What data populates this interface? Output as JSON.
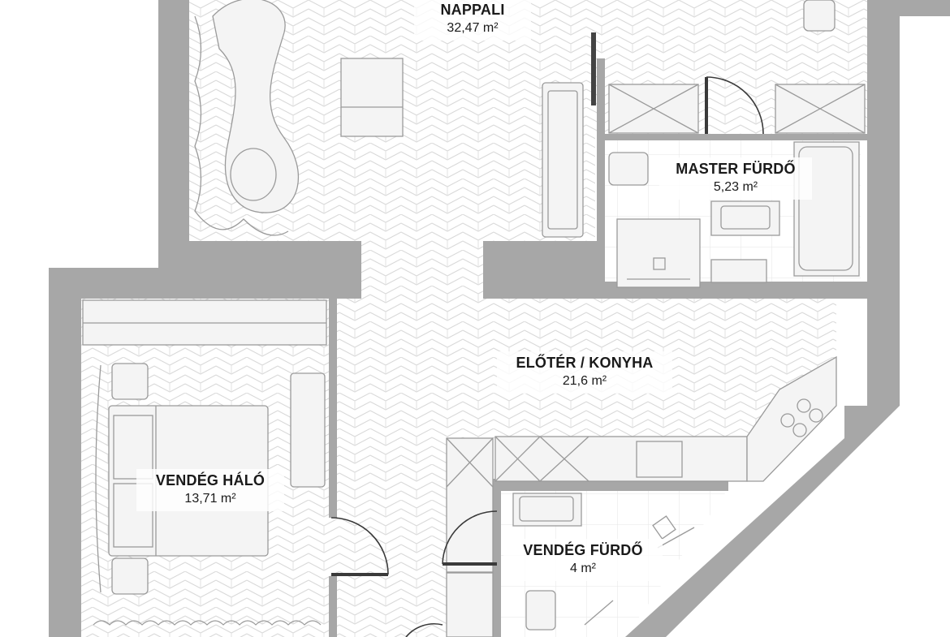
{
  "floorplan": {
    "colors": {
      "wall": "#a7a7a7",
      "floor_pattern": "#d7d7d7",
      "furniture_fill": "#f4f4f4",
      "furniture_stroke": "#9a9a9a",
      "door": "#3a3a3a",
      "background": "#ffffff"
    },
    "rooms": [
      {
        "id": "nappali",
        "name": "NAPPALI",
        "area": "32,47 m²"
      },
      {
        "id": "master-furdo",
        "name": "MASTER FÜRDŐ",
        "area": "5,23 m²"
      },
      {
        "id": "eloter-konyha",
        "name": "ELŐTÉR / KONYHA",
        "area": "21,6 m²"
      },
      {
        "id": "vendeg-halo",
        "name": "VENDÉG HÁLÓ",
        "area": "13,71 m²"
      },
      {
        "id": "vendeg-furdo",
        "name": "VENDÉG FÜRDŐ",
        "area": "4 m²"
      }
    ],
    "icons": {
      "sofa": "sofa-icon",
      "bed": "bed-icon",
      "bathtub": "bathtub-icon",
      "toilet": "toilet-icon",
      "sink": "sink-icon",
      "cooktop": "cooktop-icon",
      "door": "door-swing-icon"
    }
  }
}
